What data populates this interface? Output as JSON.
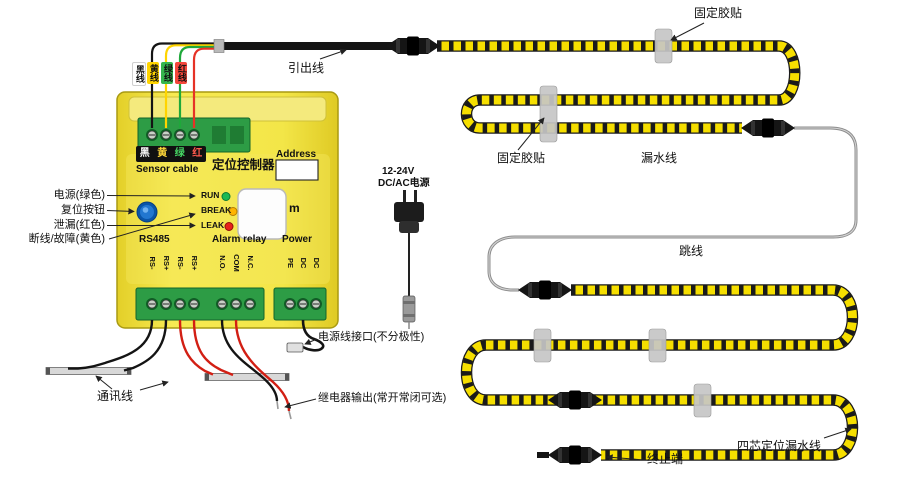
{
  "diagram": {
    "labels": {
      "fixing_tape_top": "固定胶贴",
      "fixing_tape_mid": "固定胶贴",
      "leak_cable": "漏水线",
      "jumper": "跳线",
      "four_core_cable": "四芯定位漏水线",
      "terminator": "终止端",
      "lead_out": "引出线",
      "comm_line": "通讯线",
      "relay_output": "继电器输出(常开常闭可选)",
      "power_interface": "电源线接口(不分极性)",
      "adapter_line1": "12-24V",
      "adapter_line2": "DC/AC电源"
    },
    "indicator_labels": {
      "power": "电源(绿色)",
      "reset": "复位按钮",
      "leak": "泄漏(红色)",
      "break": "断线/故障(黄色)"
    },
    "wire_tags": [
      {
        "text": "黑线",
        "color": "#1a1a1a"
      },
      {
        "text": "黄线",
        "color": "#ffd400"
      },
      {
        "text": "绿线",
        "color": "#35b54d"
      },
      {
        "text": "红线",
        "color": "#f4473b"
      }
    ]
  },
  "device": {
    "title": "定位控制器",
    "sensor_cable_label": "Sensor cable",
    "wire_strip": [
      "黑",
      "黄",
      "绿",
      "红"
    ],
    "address_label": "Address",
    "display_unit": "m",
    "leds": [
      {
        "label": "RUN",
        "color": "#1db954"
      },
      {
        "label": "BREAK",
        "color": "#ffb400"
      },
      {
        "label": "LEAK",
        "color": "#e8231a"
      }
    ],
    "sections": {
      "rs485": "RS485",
      "alarm_relay": "Alarm relay",
      "power": "Power"
    },
    "terminals": {
      "rs485": [
        "RS-",
        "RS+",
        "RS-",
        "RS+"
      ],
      "relay": [
        "N.O.",
        "COM",
        "N.C."
      ],
      "power": [
        "PE",
        "DC",
        "DC"
      ]
    }
  },
  "colors": {
    "cable_yellow": "#f6df00",
    "cable_black": "#1a1a1a",
    "terminal_green": "#2d9c45",
    "device_yellow": "#f2e33c",
    "button_blue": "#1766c0",
    "tape_gray": "#c6c6c6"
  }
}
